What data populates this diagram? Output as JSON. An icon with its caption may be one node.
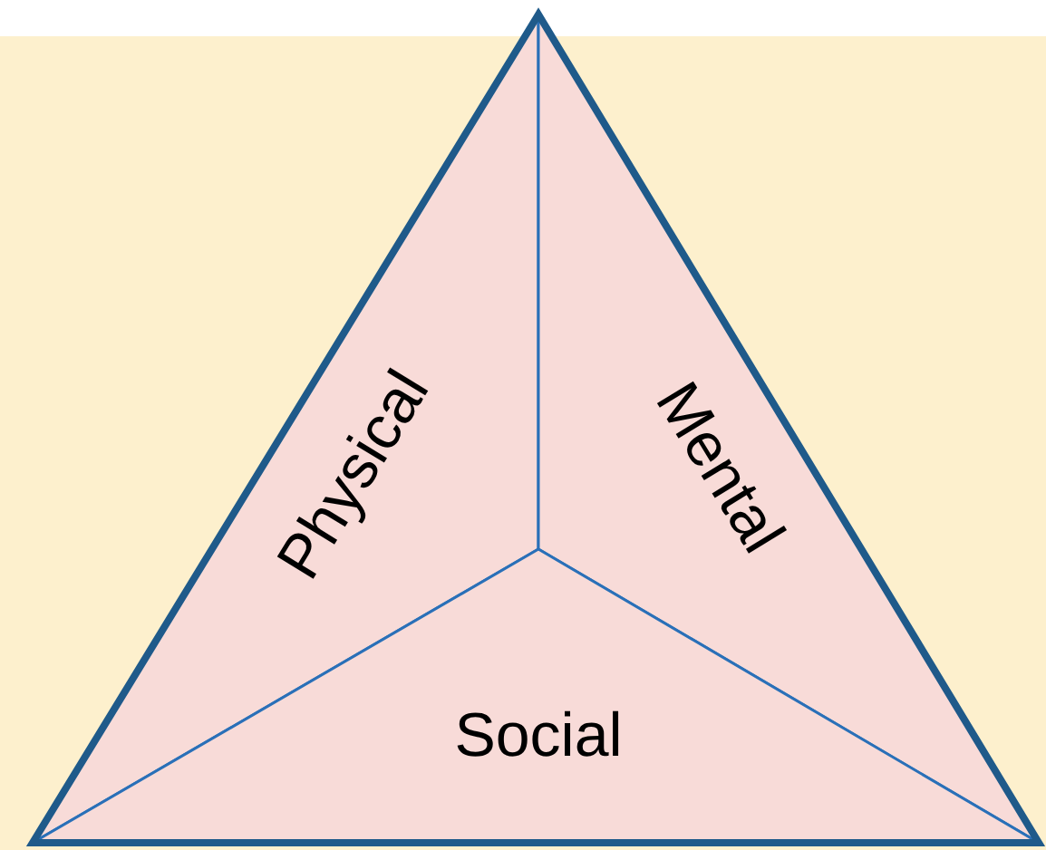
{
  "diagram": {
    "nodes": [
      {
        "text": [
          "Physical"
        ]
      },
      {
        "text": [
          "Mental"
        ]
      },
      {
        "text": [
          "Social"
        ]
      }
    ]
  }
}
